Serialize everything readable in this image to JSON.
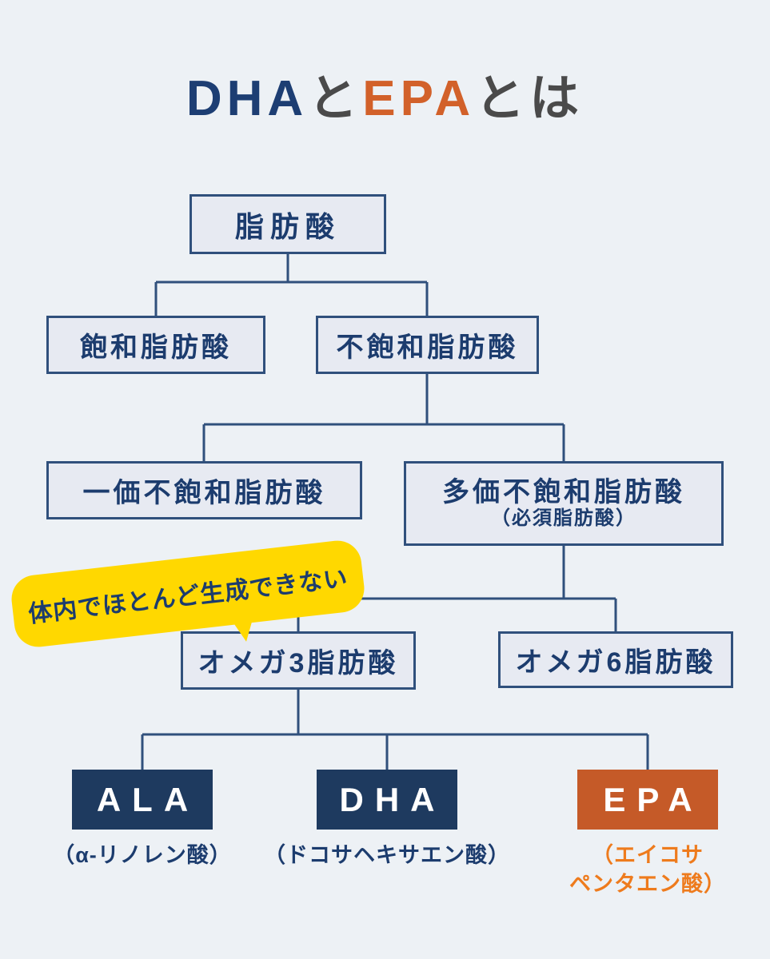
{
  "title": {
    "part_dha": "DHA",
    "part_to1": "と",
    "part_epa": "EPA",
    "part_towa": "とは"
  },
  "tree": {
    "fatty_acid": {
      "label": "脂肪酸"
    },
    "saturated": {
      "label": "飽和脂肪酸"
    },
    "unsaturated": {
      "label": "不飽和脂肪酸"
    },
    "monounsaturated": {
      "label": "一価不飽和脂肪酸"
    },
    "polyunsaturated": {
      "label": "多価不飽和脂肪酸",
      "sublabel": "（必須脂肪酸）"
    },
    "omega3": {
      "label": "オメガ3脂肪酸"
    },
    "omega6": {
      "label": "オメガ6脂肪酸"
    },
    "ala": {
      "label": "ALA",
      "sublabel": "（α-リノレン酸）"
    },
    "dha": {
      "label": "DHA",
      "sublabel": "（ドコサヘキサエン酸）"
    },
    "epa": {
      "label": "EPA",
      "sublabel_line1": "（エイコサ",
      "sublabel_line2": "ペンタエン酸）"
    }
  },
  "callout": {
    "text": "体内でほとんど生成できない"
  },
  "colors": {
    "background": "#edf1f5",
    "box_fill": "#e7eaf2",
    "line_navy": "#30507c",
    "text_navy": "#1c3c6e",
    "title_navy": "#1d3e73",
    "title_gray": "#4a4a4a",
    "title_orange": "#d2612a",
    "leaf_navy_fill": "#1e3a5f",
    "leaf_orange_fill": "#c55a28",
    "sublabel_orange": "#ee7b1d",
    "callout_yellow": "#ffd800"
  }
}
